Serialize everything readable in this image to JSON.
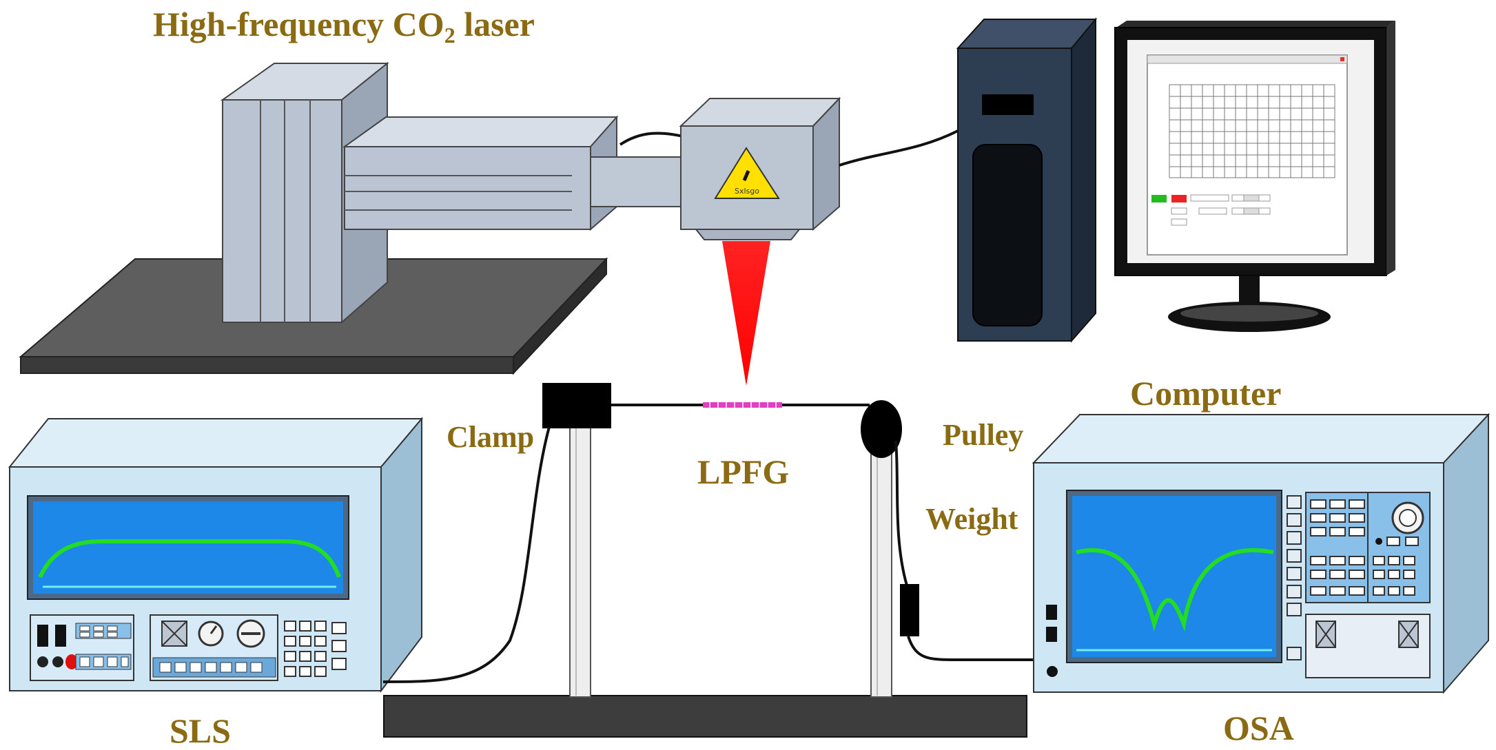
{
  "labels": {
    "laser_name": "High-frequency CO",
    "laser_subscript": "2",
    "laser_suffix": " laser",
    "computer": "Computer",
    "clamp": "Clamp",
    "lpfg": "LPFG",
    "pulley": "Pulley",
    "weight": "Weight",
    "sls": "SLS",
    "osa": "OSA",
    "laser_head_logo": "Sxlsgo"
  },
  "icons": [
    "laser-warning-icon",
    "dial-icon",
    "knob-icon"
  ],
  "colors": {
    "label": "#8a6a12",
    "laser_beam": "#ff1a1a",
    "grating": "#e040c0",
    "spectrum_trace": "#22dd22",
    "screen": "#1e88e8",
    "device_body": "#cfe6f5",
    "laser_metal": "#b8c4d4",
    "computer_case": "#2e3e52"
  }
}
